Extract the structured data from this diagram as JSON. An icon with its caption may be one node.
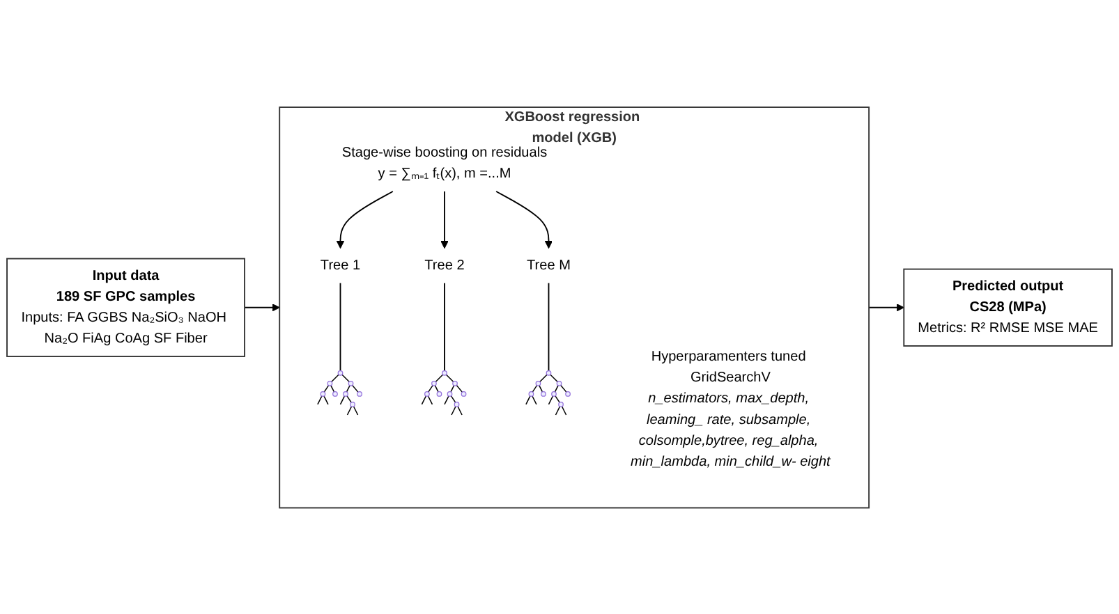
{
  "diagram": {
    "nodes": [
      {
        "text": [
          "Input data",
          "189 SF GPC samples",
          "Inputs: FA GGBS Na₂SiO₃ NaOH Na₂O FiAg CoAg SF Fiber"
        ]
      },
      {
        "text": [
          "XGBoost regression model (XGB)"
        ]
      },
      {
        "text": [
          "Stage-wise boosting on residuals",
          "y = ∑ₘ₌₁ fₜ(x), m =...M"
        ],
        "in": 1
      },
      {
        "text": [
          "Tree 1"
        ],
        "in": 1
      },
      {
        "text": [
          "Tree 2"
        ],
        "in": 1
      },
      {
        "text": [
          "Tree M"
        ],
        "in": 1
      },
      {
        "text": [],
        "shape": "picture",
        "in": 1
      },
      {
        "text": [],
        "shape": "picture",
        "in": 1
      },
      {
        "text": [],
        "shape": "picture",
        "in": 1
      },
      {
        "text": [
          "Hyperparamenters tuned GridSearchV",
          "n_estimators, max_depth, leaming_ rate, subsample, colsomple,bytree, reg_alpha, min_lambda, min_child_w- eight"
        ],
        "in": 1
      },
      {
        "text": [
          "Predicted output",
          "CS28 (MPa)",
          "Metrics: R² RMSE MSE MAE"
        ]
      }
    ],
    "edges": [
      {
        "from": 0,
        "to": 1,
        "arrow": "to"
      },
      {
        "from": 1,
        "to": 10,
        "arrow": "to"
      },
      {
        "from": 2,
        "to": 3,
        "arrow": "to"
      },
      {
        "from": 2,
        "to": 4,
        "arrow": "to"
      },
      {
        "from": 2,
        "to": 5,
        "arrow": "to"
      },
      {
        "from": 3,
        "to": 6,
        "arrow": "none"
      },
      {
        "from": 4,
        "to": 7,
        "arrow": "none"
      },
      {
        "from": 5,
        "to": 8,
        "arrow": "none"
      }
    ]
  }
}
